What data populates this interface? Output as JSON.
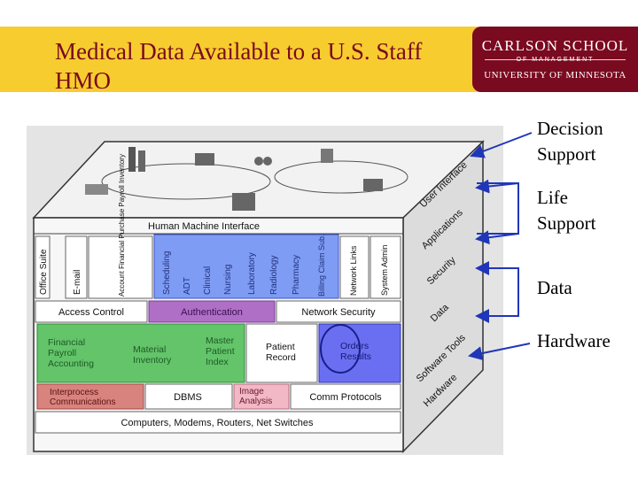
{
  "slide": {
    "title": "Medical Data Available to a U.S. Staff HMO",
    "title_color": "#7a0a20",
    "header_color": "#f7cc2f"
  },
  "logo": {
    "line1": "CARLSON SCHOOL",
    "line2": "OF MANAGEMENT",
    "line3": "UNIVERSITY OF MINNESOTA",
    "color": "#7a0a20"
  },
  "diagram": {
    "hmi": "Human Machine Interface",
    "apps": [
      "Office Suite",
      "E-mail",
      "Account Financial Purchase Payroll Inventory",
      "Scheduling",
      "ADT",
      "Clinical",
      "Nursing",
      "Laboratory",
      "Radiology",
      "Pharmacy",
      "Billing Claim Sub.",
      "Network Links",
      "System Admin"
    ],
    "security": [
      "Access Control",
      "Authentication",
      "Network Security"
    ],
    "data": [
      "Financial Payroll Accounting",
      "Material Inventory",
      "Master Patient Index",
      "Patient Record",
      "Orders Results"
    ],
    "software": [
      "Interprocess Communications",
      "DBMS",
      "Image Analysis",
      "Comm Protocols"
    ],
    "hardware": "Computers, Modems, Routers, Net Switches",
    "side_faces": [
      "User Interface",
      "Applications",
      "Security",
      "Data",
      "Software Tools",
      "Hardware"
    ],
    "colors": {
      "app_blue": "#7f9cf5",
      "auth_purple": "#b06fc6",
      "data_green": "#63c46a",
      "orders_blue": "#6a6ff2",
      "interprocess_red": "#d9837f",
      "image_pink": "#f2b8c6"
    }
  },
  "side_labels": [
    "Decision Support",
    "Life Support",
    "Data",
    "Hardware"
  ]
}
